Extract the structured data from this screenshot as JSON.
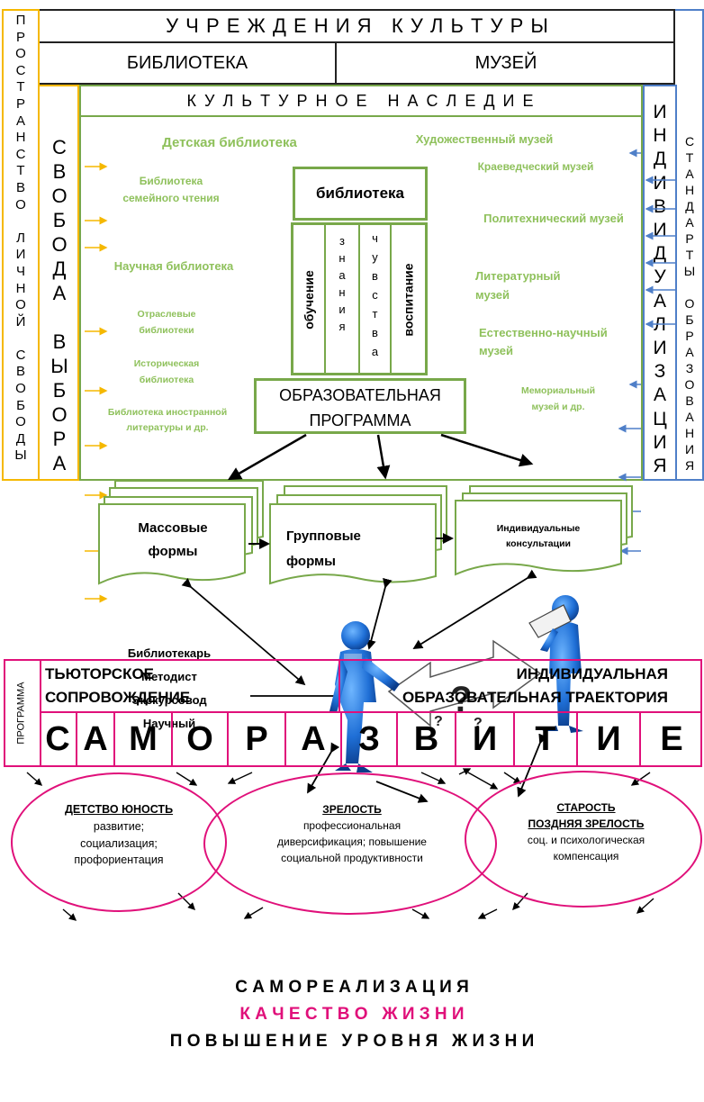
{
  "left_outer": {
    "letters": [
      "П",
      "Р",
      "О",
      "С",
      "Т",
      "Р",
      "А",
      "Н",
      "С",
      "Т",
      "В",
      "О",
      "",
      "Л",
      "И",
      "Ч",
      "Н",
      "О",
      "Й",
      "",
      "С",
      "В",
      "О",
      "Б",
      "О",
      "Д",
      "Ы"
    ]
  },
  "left_inner": {
    "letters": [
      "С",
      "В",
      "О",
      "Б",
      "О",
      "Д",
      "А",
      "",
      "В",
      "Ы",
      "Б",
      "О",
      "Р",
      "А"
    ]
  },
  "right_inner": {
    "letters": [
      "И",
      "Н",
      "Д",
      "И",
      "В",
      "И",
      "Д",
      "У",
      "А",
      "Л",
      "И",
      "З",
      "А",
      "Ц",
      "И",
      "Я"
    ]
  },
  "right_outer": {
    "letters": [
      "С",
      "Т",
      "А",
      "Н",
      "Д",
      "А",
      "Р",
      "Т",
      "Ы",
      "",
      "О",
      "Б",
      "Р",
      "А",
      "З",
      "О",
      "В",
      "А",
      "Н",
      "И",
      "Я"
    ]
  },
  "top": {
    "title": "У Ч Р Е Ж Д Е Н И Я   К У Л Ь Т У Р Ы",
    "library": "БИБЛИОТЕКА",
    "museum": "МУЗЕЙ"
  },
  "heritage": "К У Л Ь Т У Р Н О Е   Н А С Л Е Д И Е",
  "libraries": [
    "Детская библиотека",
    "Библиотека семейного чтения",
    "Научная библиотека",
    "Отраслевые библиотеки",
    "Историческая библиотека",
    "Библиотека иностранной литературы и др."
  ],
  "museums": [
    "Художественный музей",
    "Краеведческий музей",
    "Политехнический музей",
    "Литературный музей",
    "Естественно-научный музей",
    "Мемориальный музей и др."
  ],
  "center": {
    "library_box": "библиотека",
    "col1": "обучение",
    "col2": [
      "з",
      "н",
      "а",
      "н",
      "и",
      "я"
    ],
    "col3": [
      "ч",
      "у",
      "в",
      "с",
      "т",
      "в",
      "а"
    ],
    "col4": "воспитание",
    "program_line1": "ОБРАЗОВАТЕЛЬНАЯ",
    "program_line2": "ПРОГРАММА"
  },
  "forms": {
    "mass": "Массовые формы",
    "group": "Групповые формы",
    "individual": "Индивидуальные консультации"
  },
  "roles": [
    "Библиотекарь",
    "Методист",
    "Экскурсовод",
    "Научный"
  ],
  "program_vertical": "ПРОГРАММА",
  "tutor": {
    "line1": "ТЬЮТОРСКОЕ",
    "line2": "СОПРОВОЖДЕНИЕ"
  },
  "trajectory": {
    "line1": "ИНДИВИДУАЛЬНАЯ",
    "line2": "ОБРАЗОВАТЕЛЬНАЯ ТРАЕКТОРИЯ"
  },
  "samorazvitie": [
    "С",
    "А",
    "М",
    "О",
    "Р",
    "А",
    "З",
    "В",
    "И",
    "Т",
    "И",
    "Е"
  ],
  "stages": [
    {
      "title": "ДЕТСТВО ЮНОСТЬ",
      "lines": [
        "развитие;",
        "социализация;",
        "профориентация"
      ]
    },
    {
      "title": "ЗРЕЛОСТЬ",
      "lines": [
        "профессиональная",
        "диверсификация; повышение",
        "социальной продуктивности"
      ]
    },
    {
      "title": "СТАРОСТЬ",
      "title2": "ПОЗДНЯЯ ЗРЕЛОСТЬ",
      "lines": [
        "соц. и психологическая",
        "компенсация"
      ]
    }
  ],
  "bottom": {
    "line1": "С А М О Р Е А Л И З А Ц И Я",
    "line2": "К А Ч Е С Т В О   Ж И З Н И",
    "line3": "П О В Ы Ш Е Н И Е   У Р О В Н Я   Ж И З Н И"
  },
  "colors": {
    "yellow": "#f5b800",
    "blue": "#4f7fc8",
    "green": "#78a84a",
    "pink": "#e0107a",
    "text_green": "#8fc15c"
  }
}
